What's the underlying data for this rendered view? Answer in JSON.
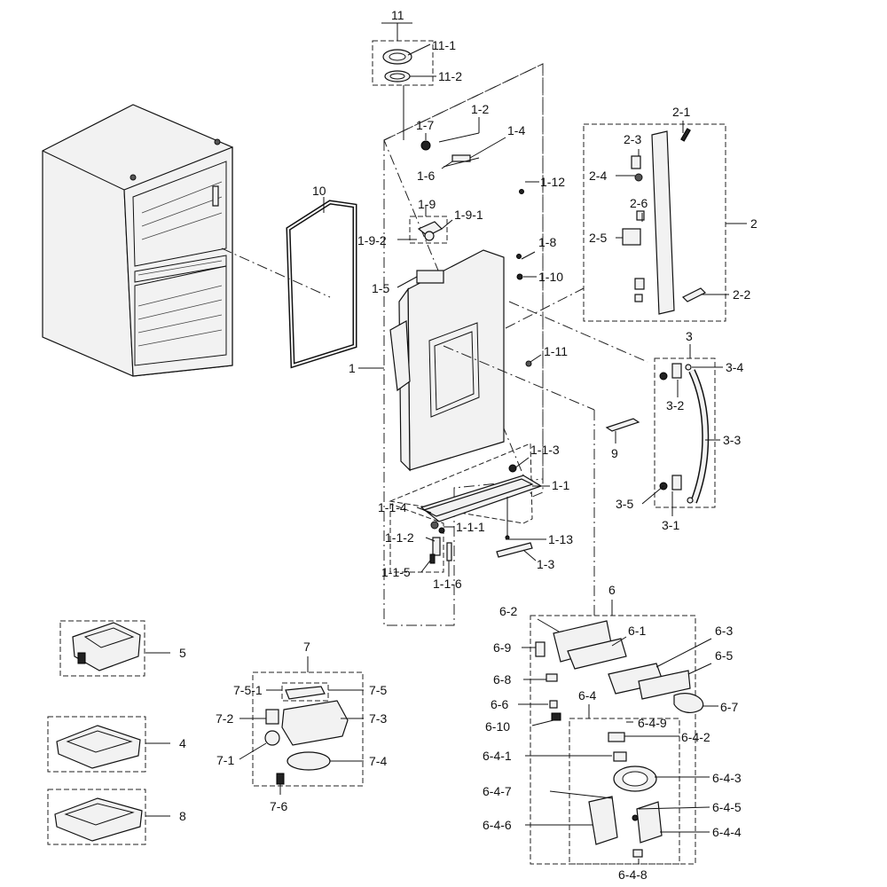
{
  "labels": {
    "l11": "11",
    "l11_1": "11-1",
    "l11_2": "11-2",
    "l1_7": "1-7",
    "l1_2": "1-2",
    "l1_4": "1-4",
    "l1_6": "1-6",
    "l1_12": "1-12",
    "l1_9": "1-9",
    "l1_9_1": "1-9-1",
    "l1_9_2": "1-9-2",
    "l1_8": "1-8",
    "l1_5": "1-5",
    "l1_10": "1-10",
    "l1": "1",
    "l1_11": "1-11",
    "l10": "10",
    "l2_1": "2-1",
    "l2_3": "2-3",
    "l2_4": "2-4",
    "l2_6": "2-6",
    "l2_5": "2-5",
    "l2": "2",
    "l2_2": "2-2",
    "l3": "3",
    "l3_4": "3-4",
    "l3_2": "3-2",
    "l3_3": "3-3",
    "l3_5": "3-5",
    "l3_1": "3-1",
    "l9": "9",
    "l1_1_3": "1-1-3",
    "l1_1": "1-1",
    "l1_1_4": "1-1-4",
    "l1_1_1": "1-1-1",
    "l1_1_2": "1-1-2",
    "l1_13": "1-13",
    "l1_1_5": "1-1-5",
    "l1_3": "1-3",
    "l1_1_6": "1-1-6",
    "l5": "5",
    "l4": "4",
    "l8": "8",
    "l7": "7",
    "l7_5_1": "7-5-1",
    "l7_5": "7-5",
    "l7_2": "7-2",
    "l7_3": "7-3",
    "l7_1": "7-1",
    "l7_4": "7-4",
    "l7_6": "7-6",
    "l6": "6",
    "l6_2": "6-2",
    "l6_1": "6-1",
    "l6_3": "6-3",
    "l6_9": "6-9",
    "l6_5": "6-5",
    "l6_8": "6-8",
    "l6_7": "6-7",
    "l6_6": "6-6",
    "l6_4": "6-4",
    "l6_10": "6-10",
    "l6_4_9": "6-4-9",
    "l6_4_2": "6-4-2",
    "l6_4_1": "6-4-1",
    "l6_4_3": "6-4-3",
    "l6_4_7": "6-4-7",
    "l6_4_5": "6-4-5",
    "l6_4_6": "6-4-6",
    "l6_4_4": "6-4-4",
    "l6_4_8": "6-4-8"
  }
}
